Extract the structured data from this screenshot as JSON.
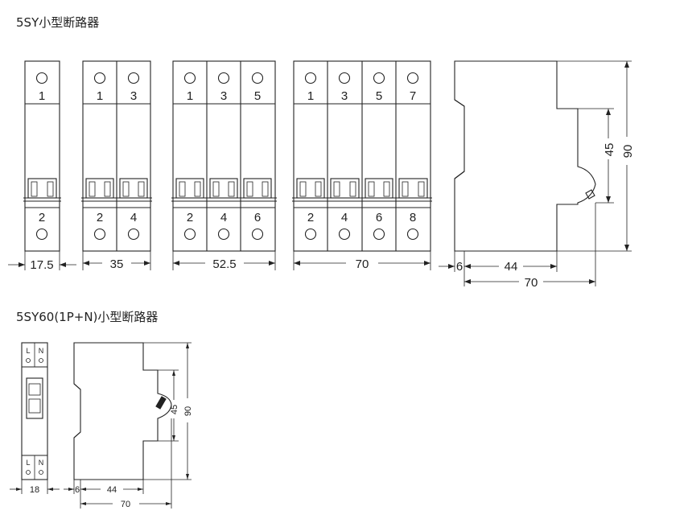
{
  "titles": {
    "top": "5SY小型断路器",
    "bottom": "5SY60(1P+N)小型断路器"
  },
  "breaker_labels": {
    "one_pole": {
      "top": [
        "1"
      ],
      "bottom": [
        "2"
      ]
    },
    "two_pole": {
      "top": [
        "1",
        "3"
      ],
      "bottom": [
        "2",
        "4"
      ]
    },
    "three_pole": {
      "top": [
        "1",
        "3",
        "5"
      ],
      "bottom": [
        "2",
        "4",
        "6"
      ]
    },
    "four_pole": {
      "top": [
        "1",
        "3",
        "5",
        "7"
      ],
      "bottom": [
        "2",
        "4",
        "6",
        "8"
      ]
    }
  },
  "widths": {
    "one_pole": "17.5",
    "two_pole": "35",
    "three_pole": "52.5",
    "four_pole": "70"
  },
  "side_view_top": {
    "height_inner": "45",
    "height_total": "90",
    "offset": "6",
    "depth_inner": "44",
    "depth_total": "70"
  },
  "rcbo_front": {
    "top_labels": [
      "L",
      "N"
    ],
    "bottom_labels": [
      "L",
      "N"
    ],
    "width": "18"
  },
  "side_view_bottom": {
    "height_inner": "45",
    "height_total": "90",
    "offset": "6",
    "depth_inner": "44",
    "depth_total": "70"
  }
}
